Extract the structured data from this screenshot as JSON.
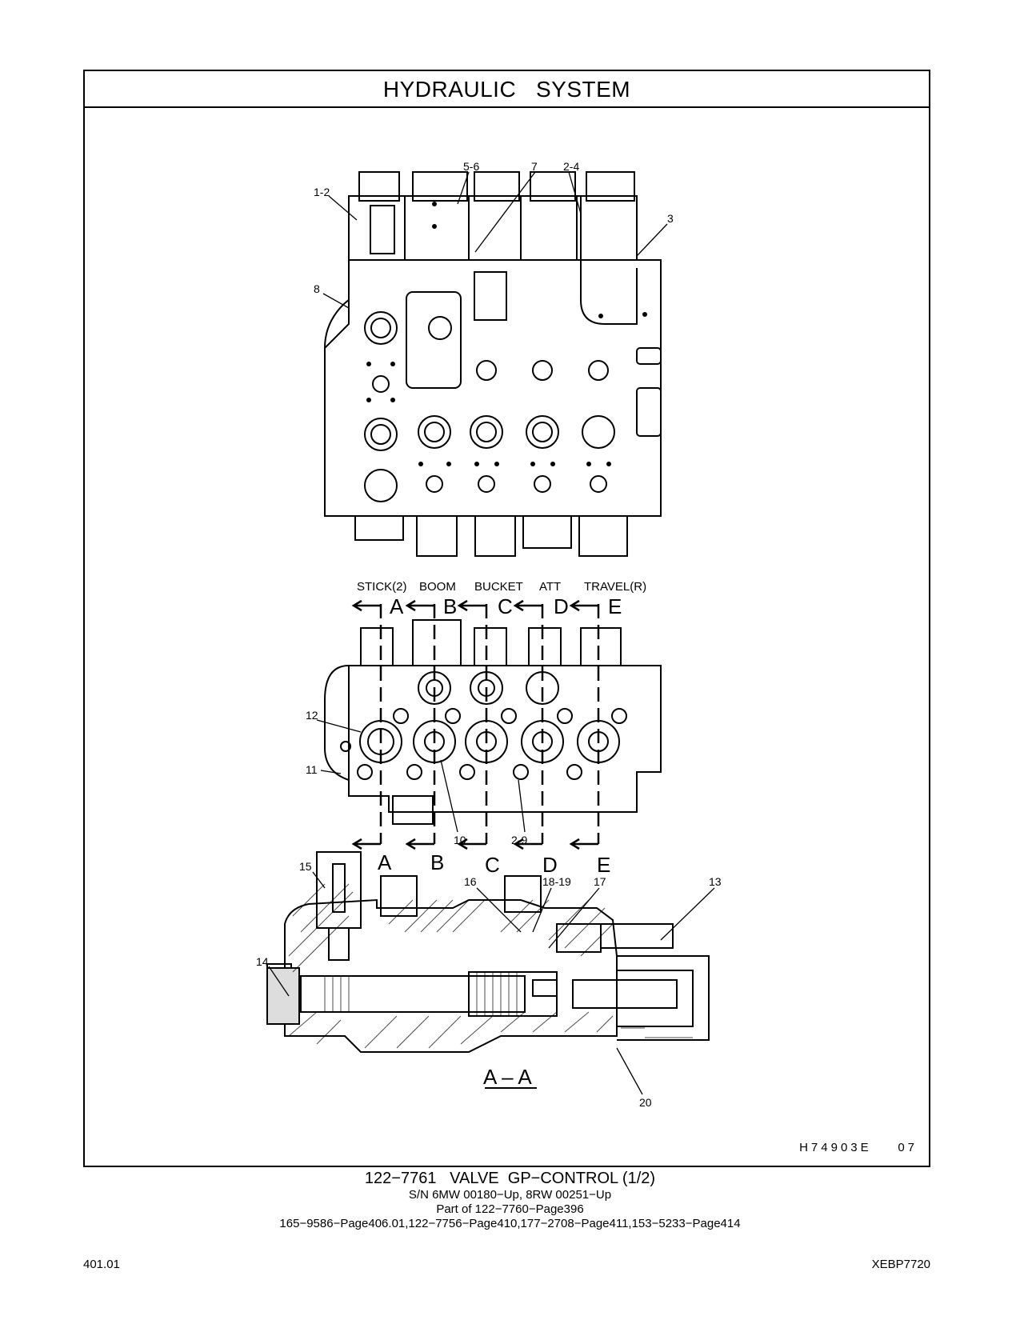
{
  "header": {
    "title": "HYDRAULIC   SYSTEM"
  },
  "figure": {
    "code": "H74903E    07",
    "callouts": [
      "1-2",
      "5-6",
      "7",
      "2-4",
      "3",
      "8",
      "12",
      "11",
      "10",
      "2-9",
      "15",
      "16",
      "18-19",
      "17",
      "13",
      "14",
      "20"
    ],
    "columns": [
      "STICK(2)",
      "BOOM",
      "BUCKET",
      "ATT",
      "TRAVEL(R)"
    ],
    "section_letters": [
      "A",
      "B",
      "C",
      "D",
      "E"
    ],
    "section_label": "A – A"
  },
  "caption": {
    "line1": "122−7761   VALVE  GP−CONTROL (1/2)",
    "line2": "S/N 6MW 00180−Up, 8RW 00251−Up",
    "line3": "Part of 122−7760−Page396",
    "line4": "165−9586−Page406.01,122−7756−Page410,177−2708−Page411,153−5233−Page414"
  },
  "footer": {
    "page_number": "401.01",
    "doc_id": "XEBP7720"
  }
}
